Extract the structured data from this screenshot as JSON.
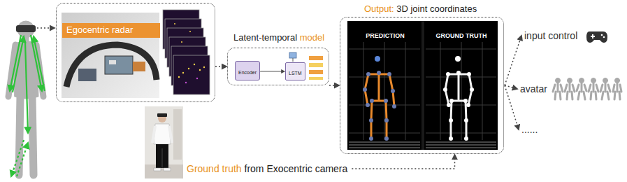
{
  "diagram": {
    "nodes": [
      {
        "text": [
          "Egocentric radar"
        ]
      },
      {
        "text": [
          "Latent-temporal model"
        ]
      },
      {
        "text": [
          "Encoder"
        ],
        "in": 1
      },
      {
        "text": [
          "LSTM"
        ],
        "in": 1
      },
      {
        "text": [
          "Output: 3D joint coordinates"
        ]
      },
      {
        "text": [
          "PREDICTION"
        ],
        "in": 4
      },
      {
        "text": [
          "GROUND TRUTH"
        ],
        "in": 4
      },
      {
        "text": [
          "input control"
        ]
      },
      {
        "text": [
          "avatar"
        ]
      },
      {
        "text": [
          "......"
        ]
      },
      {
        "text": [
          "Ground truth from Exocentric camera"
        ]
      }
    ],
    "edges": [
      {
        "from": 0,
        "to": 1,
        "arrow": "to"
      },
      {
        "from": 1,
        "to": 4,
        "arrow": "to"
      },
      {
        "from": 4,
        "to": 7,
        "arrow": "to"
      },
      {
        "from": 4,
        "to": 8,
        "arrow": "to"
      },
      {
        "from": 4,
        "to": 9,
        "arrow": "to"
      },
      {
        "from": 10,
        "to": 4,
        "arrow": "to"
      },
      {
        "from": 2,
        "to": 3,
        "arrow": "to"
      }
    ]
  }
}
